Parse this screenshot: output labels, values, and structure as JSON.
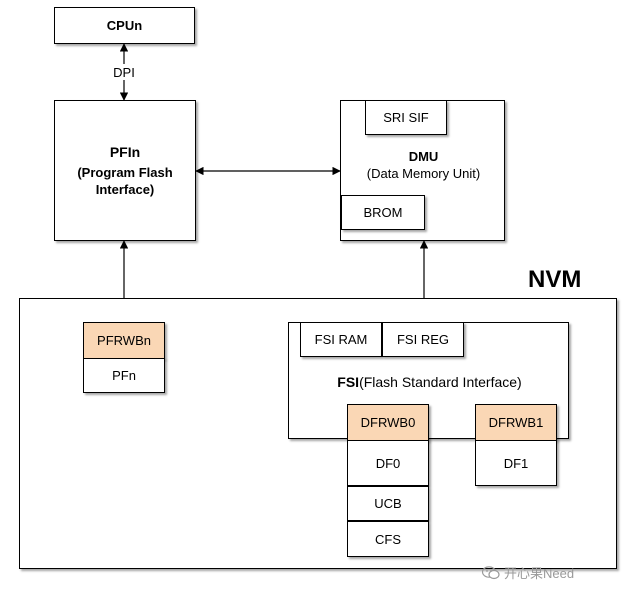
{
  "diagram": {
    "cpu": {
      "label": "CPUn"
    },
    "dpi_label": "DPI",
    "pfi": {
      "title": "PFIn",
      "subtitle": "(Program Flash Interface)"
    },
    "dmu": {
      "sri_sif": "SRI SIF",
      "title": "DMU",
      "subtitle": "(Data Memory Unit)",
      "brom": "BROM"
    },
    "nvm": {
      "title": "NVM"
    },
    "pf": {
      "rwb": "PFRWBn",
      "bank": "PFn"
    },
    "fsi": {
      "ram": "FSI RAM",
      "reg": "FSI REG",
      "title_bold": "FSI",
      "title_rest": "(Flash Standard Interface)"
    },
    "df0": {
      "rwb": "DFRWB0",
      "bank": "DF0",
      "ucb": "UCB",
      "cfs": "CFS"
    },
    "df1": {
      "rwb": "DFRWB1",
      "bank": "DF1"
    },
    "watermark": "开心果Need"
  },
  "colors": {
    "accent_fill": "#FAD7B5",
    "line": "#000000"
  }
}
